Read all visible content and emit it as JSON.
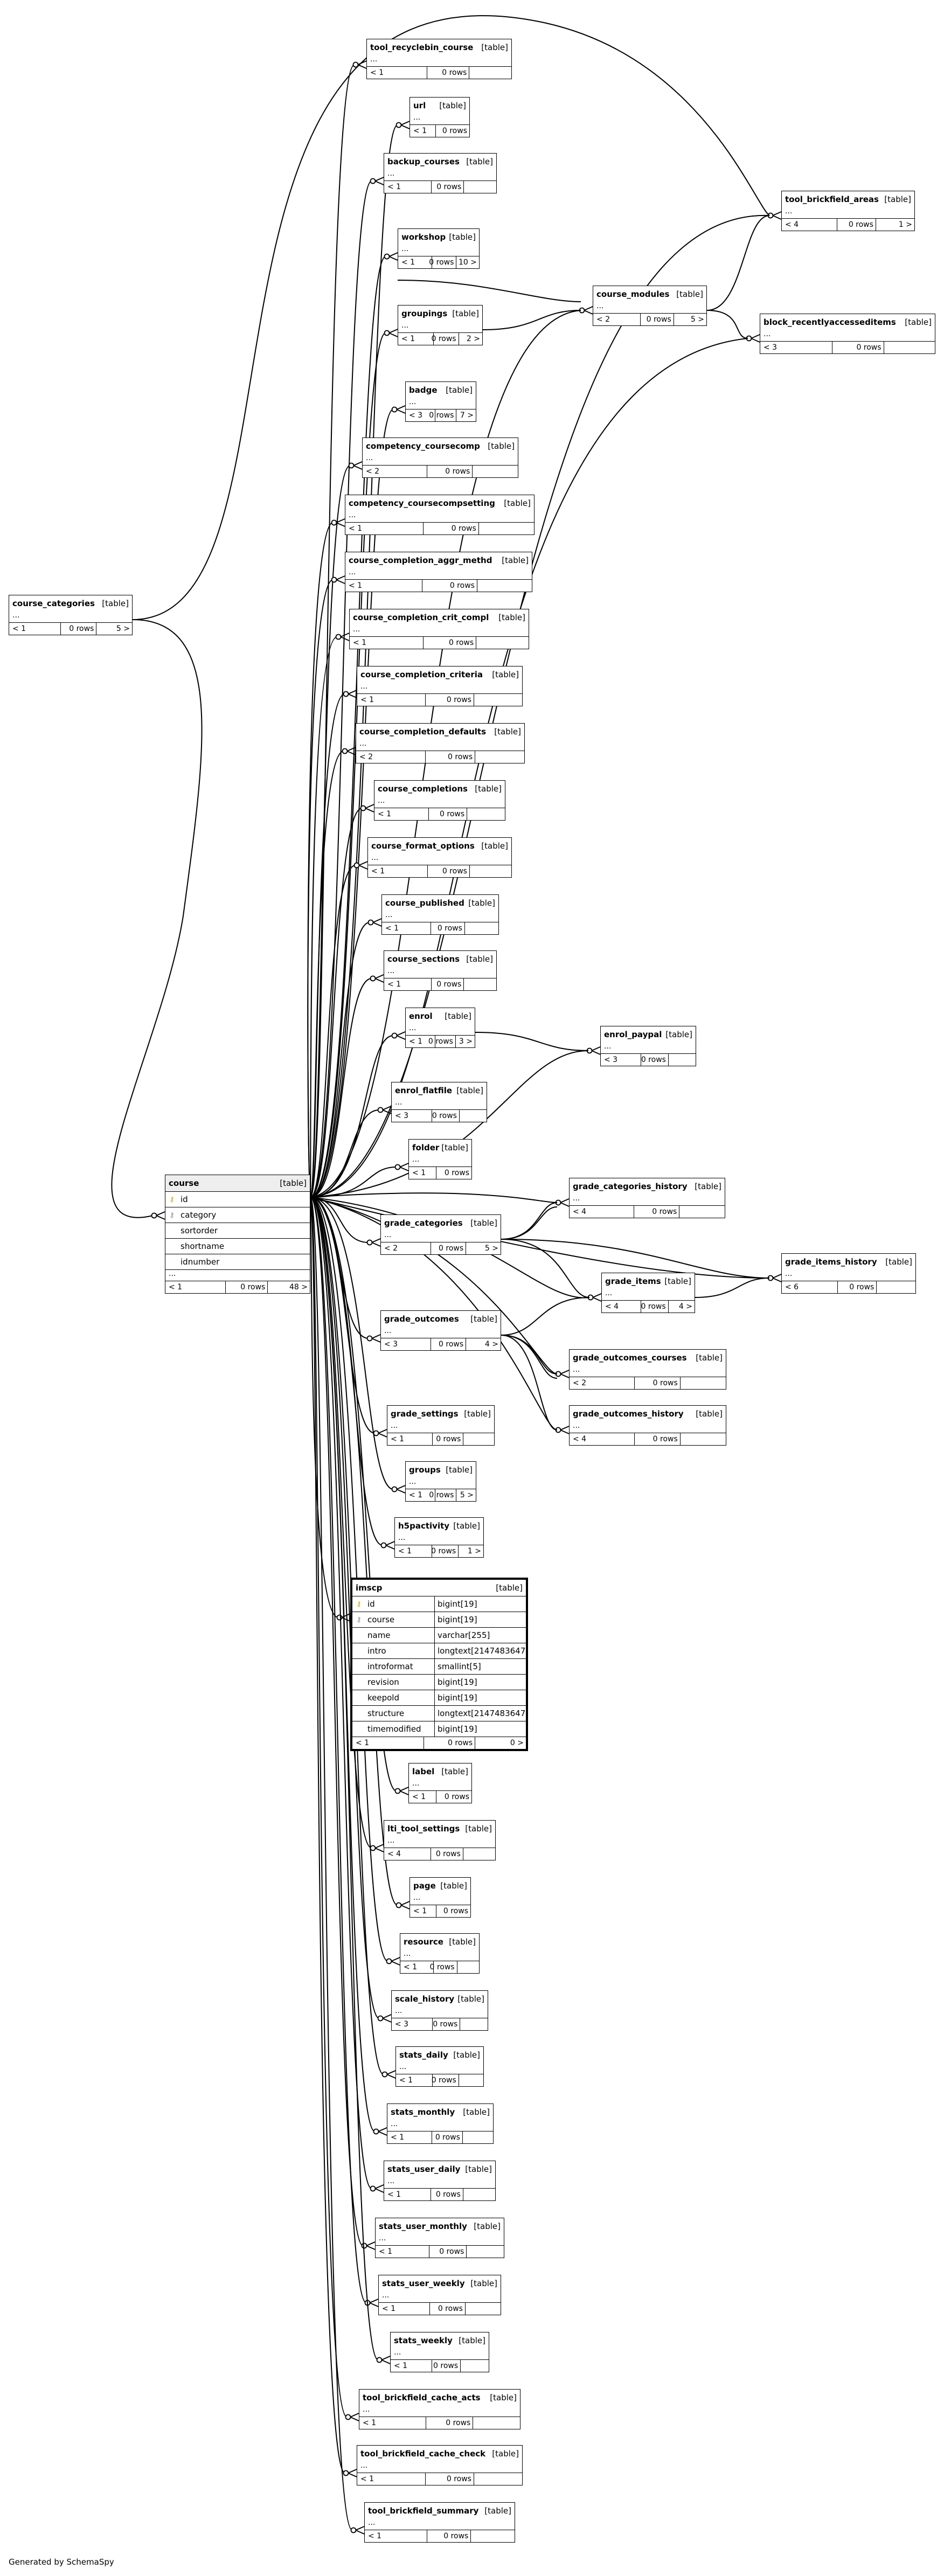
{
  "generated_by": "Generated by SchemaSpy",
  "table_tag": "[table]",
  "ellipsis": "...",
  "tables": [
    {
      "name": "tool_recyclebin_course",
      "left": "< 1",
      "rows": "0 rows",
      "right": ""
    },
    {
      "name": "url",
      "left": "< 1",
      "rows": "0 rows",
      "right": ""
    },
    {
      "name": "backup_courses",
      "left": "< 1",
      "rows": "0 rows",
      "right": ""
    },
    {
      "name": "tool_brickfield_areas",
      "left": "< 4",
      "rows": "0 rows",
      "right": "1 >"
    },
    {
      "name": "workshop",
      "left": "< 1",
      "rows": "0 rows",
      "right": "10 >"
    },
    {
      "name": "course_modules",
      "left": "< 2",
      "rows": "0 rows",
      "right": "5 >"
    },
    {
      "name": "groupings",
      "left": "< 1",
      "rows": "0 rows",
      "right": "2 >"
    },
    {
      "name": "block_recentlyaccesseditems",
      "left": "< 3",
      "rows": "0 rows",
      "right": ""
    },
    {
      "name": "badge",
      "left": "< 3",
      "rows": "0 rows",
      "right": "7 >"
    },
    {
      "name": "competency_coursecomp",
      "left": "< 2",
      "rows": "0 rows",
      "right": ""
    },
    {
      "name": "competency_coursecompsetting",
      "left": "< 1",
      "rows": "0 rows",
      "right": ""
    },
    {
      "name": "course_completion_aggr_methd",
      "left": "< 1",
      "rows": "0 rows",
      "right": ""
    },
    {
      "name": "course_categories",
      "left": "< 1",
      "rows": "0 rows",
      "right": "5 >"
    },
    {
      "name": "course_completion_crit_compl",
      "left": "< 1",
      "rows": "0 rows",
      "right": ""
    },
    {
      "name": "course_completion_criteria",
      "left": "< 1",
      "rows": "0 rows",
      "right": ""
    },
    {
      "name": "course_completion_defaults",
      "left": "< 2",
      "rows": "0 rows",
      "right": ""
    },
    {
      "name": "course_completions",
      "left": "< 1",
      "rows": "0 rows",
      "right": ""
    },
    {
      "name": "course_format_options",
      "left": "< 1",
      "rows": "0 rows",
      "right": ""
    },
    {
      "name": "course_published",
      "left": "< 1",
      "rows": "0 rows",
      "right": ""
    },
    {
      "name": "course_sections",
      "left": "< 1",
      "rows": "0 rows",
      "right": ""
    },
    {
      "name": "enrol",
      "left": "< 1",
      "rows": "0 rows",
      "right": "3 >"
    },
    {
      "name": "enrol_paypal",
      "left": "< 3",
      "rows": "0 rows",
      "right": ""
    },
    {
      "name": "enrol_flatfile",
      "left": "< 3",
      "rows": "0 rows",
      "right": ""
    },
    {
      "name": "folder",
      "left": "< 1",
      "rows": "0 rows",
      "right": ""
    },
    {
      "name": "grade_categories_history",
      "left": "< 4",
      "rows": "0 rows",
      "right": ""
    },
    {
      "name": "grade_categories",
      "left": "< 2",
      "rows": "0 rows",
      "right": "5 >"
    },
    {
      "name": "grade_items_history",
      "left": "< 6",
      "rows": "0 rows",
      "right": ""
    },
    {
      "name": "grade_items",
      "left": "< 4",
      "rows": "0 rows",
      "right": "4 >"
    },
    {
      "name": "grade_outcomes",
      "left": "< 3",
      "rows": "0 rows",
      "right": "4 >"
    },
    {
      "name": "grade_outcomes_courses",
      "left": "< 2",
      "rows": "0 rows",
      "right": ""
    },
    {
      "name": "grade_outcomes_history",
      "left": "< 4",
      "rows": "0 rows",
      "right": ""
    },
    {
      "name": "grade_settings",
      "left": "< 1",
      "rows": "0 rows",
      "right": ""
    },
    {
      "name": "groups",
      "left": "< 1",
      "rows": "0 rows",
      "right": "5 >"
    },
    {
      "name": "h5pactivity",
      "left": "< 1",
      "rows": "0 rows",
      "right": "1 >"
    },
    {
      "name": "label",
      "left": "< 1",
      "rows": "0 rows",
      "right": ""
    },
    {
      "name": "lti_tool_settings",
      "left": "< 4",
      "rows": "0 rows",
      "right": ""
    },
    {
      "name": "page",
      "left": "< 1",
      "rows": "0 rows",
      "right": ""
    },
    {
      "name": "resource",
      "left": "< 1",
      "rows": "0 rows",
      "right": ""
    },
    {
      "name": "scale_history",
      "left": "< 3",
      "rows": "0 rows",
      "right": ""
    },
    {
      "name": "stats_daily",
      "left": "< 1",
      "rows": "0 rows",
      "right": ""
    },
    {
      "name": "stats_monthly",
      "left": "< 1",
      "rows": "0 rows",
      "right": ""
    },
    {
      "name": "stats_user_daily",
      "left": "< 1",
      "rows": "0 rows",
      "right": ""
    },
    {
      "name": "stats_user_monthly",
      "left": "< 1",
      "rows": "0 rows",
      "right": ""
    },
    {
      "name": "stats_user_weekly",
      "left": "< 1",
      "rows": "0 rows",
      "right": ""
    },
    {
      "name": "stats_weekly",
      "left": "< 1",
      "rows": "0 rows",
      "right": ""
    },
    {
      "name": "tool_brickfield_cache_acts",
      "left": "< 1",
      "rows": "0 rows",
      "right": ""
    },
    {
      "name": "tool_brickfield_cache_check",
      "left": "< 1",
      "rows": "0 rows",
      "right": ""
    },
    {
      "name": "tool_brickfield_summary",
      "left": "< 1",
      "rows": "0 rows",
      "right": ""
    }
  ],
  "course": {
    "name": "course",
    "columns": [
      {
        "name": "id",
        "icon": "key-icon"
      },
      {
        "name": "category",
        "icon": "foreign-key-icon"
      },
      {
        "name": "sortorder",
        "icon": ""
      },
      {
        "name": "shortname",
        "icon": ""
      },
      {
        "name": "idnumber",
        "icon": ""
      }
    ],
    "left": "< 1",
    "rows": "0 rows",
    "right": "48 >"
  },
  "imscp": {
    "name": "imscp",
    "columns": [
      {
        "name": "id",
        "type": "bigint[19]",
        "icon": "key-icon"
      },
      {
        "name": "course",
        "type": "bigint[19]",
        "icon": "foreign-key-icon"
      },
      {
        "name": "name",
        "type": "varchar[255]",
        "icon": ""
      },
      {
        "name": "intro",
        "type": "longtext[2147483647]",
        "icon": ""
      },
      {
        "name": "introformat",
        "type": "smallint[5]",
        "icon": ""
      },
      {
        "name": "revision",
        "type": "bigint[19]",
        "icon": ""
      },
      {
        "name": "keepold",
        "type": "bigint[19]",
        "icon": ""
      },
      {
        "name": "structure",
        "type": "longtext[2147483647]",
        "icon": ""
      },
      {
        "name": "timemodified",
        "type": "bigint[19]",
        "icon": ""
      }
    ],
    "left": "< 1",
    "rows": "0 rows",
    "right": "0 >"
  }
}
